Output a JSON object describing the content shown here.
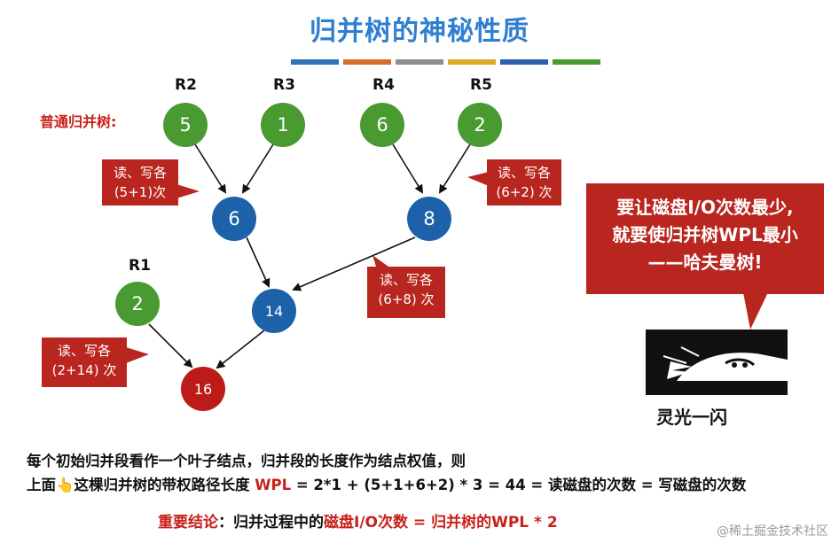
{
  "title": "归并树的神秘性质",
  "colors": {
    "bars": [
      "#2f75b5",
      "#d86c2b",
      "#8e8e8e",
      "#e0a92a",
      "#2f5fad",
      "#4a9a32"
    ],
    "green": "#4a9a32",
    "blue": "#1d61a8",
    "red": "#bb1c18",
    "callout": "#b9261f",
    "title": "#2f7fd1"
  },
  "ordinary_label": "普通归并树:",
  "run_labels": {
    "r1": "R1",
    "r2": "R2",
    "r3": "R3",
    "r4": "R4",
    "r5": "R5"
  },
  "nodes": {
    "r2": "5",
    "r3": "1",
    "r4": "6",
    "r5": "2",
    "r1": "2",
    "m1": "6",
    "m2": "8",
    "m3": "14",
    "root": "16"
  },
  "callouts": {
    "c1": {
      "line1": "读、写各",
      "line2": "(5+1)次"
    },
    "c2": {
      "line1": "读、写各",
      "line2": "(6+2) 次"
    },
    "c3": {
      "line1": "读、写各",
      "line2": "(6+8) 次"
    },
    "c4": {
      "line1": "读、写各",
      "line2": "(2+14) 次"
    }
  },
  "bubble": {
    "line1": "要让磁盘I/O次数最少,",
    "line2": "就要使归并树WPL最小",
    "line3": "——哈夫曼树!"
  },
  "image_caption": "灵光一闪",
  "paragraph": {
    "line1": "每个初始归并段看作一个叶子结点，归并段的长度作为结点权值，则",
    "line2_a": "上面",
    "hand_icon": "👆",
    "line2_b": "这棵归并树的带权路径长度 ",
    "wpl": "WPL",
    "line2_c": " =  2*1 + (5+1+6+2) * 3 =  44  = 读磁盘的次数 = 写磁盘的次数"
  },
  "conclusion": {
    "label": "重要结论",
    "text_a": "：归并过程中的",
    "red_a": "磁盘I/O次数 = 归并树的WPL * 2"
  },
  "watermark": "@稀土掘金技术社区"
}
